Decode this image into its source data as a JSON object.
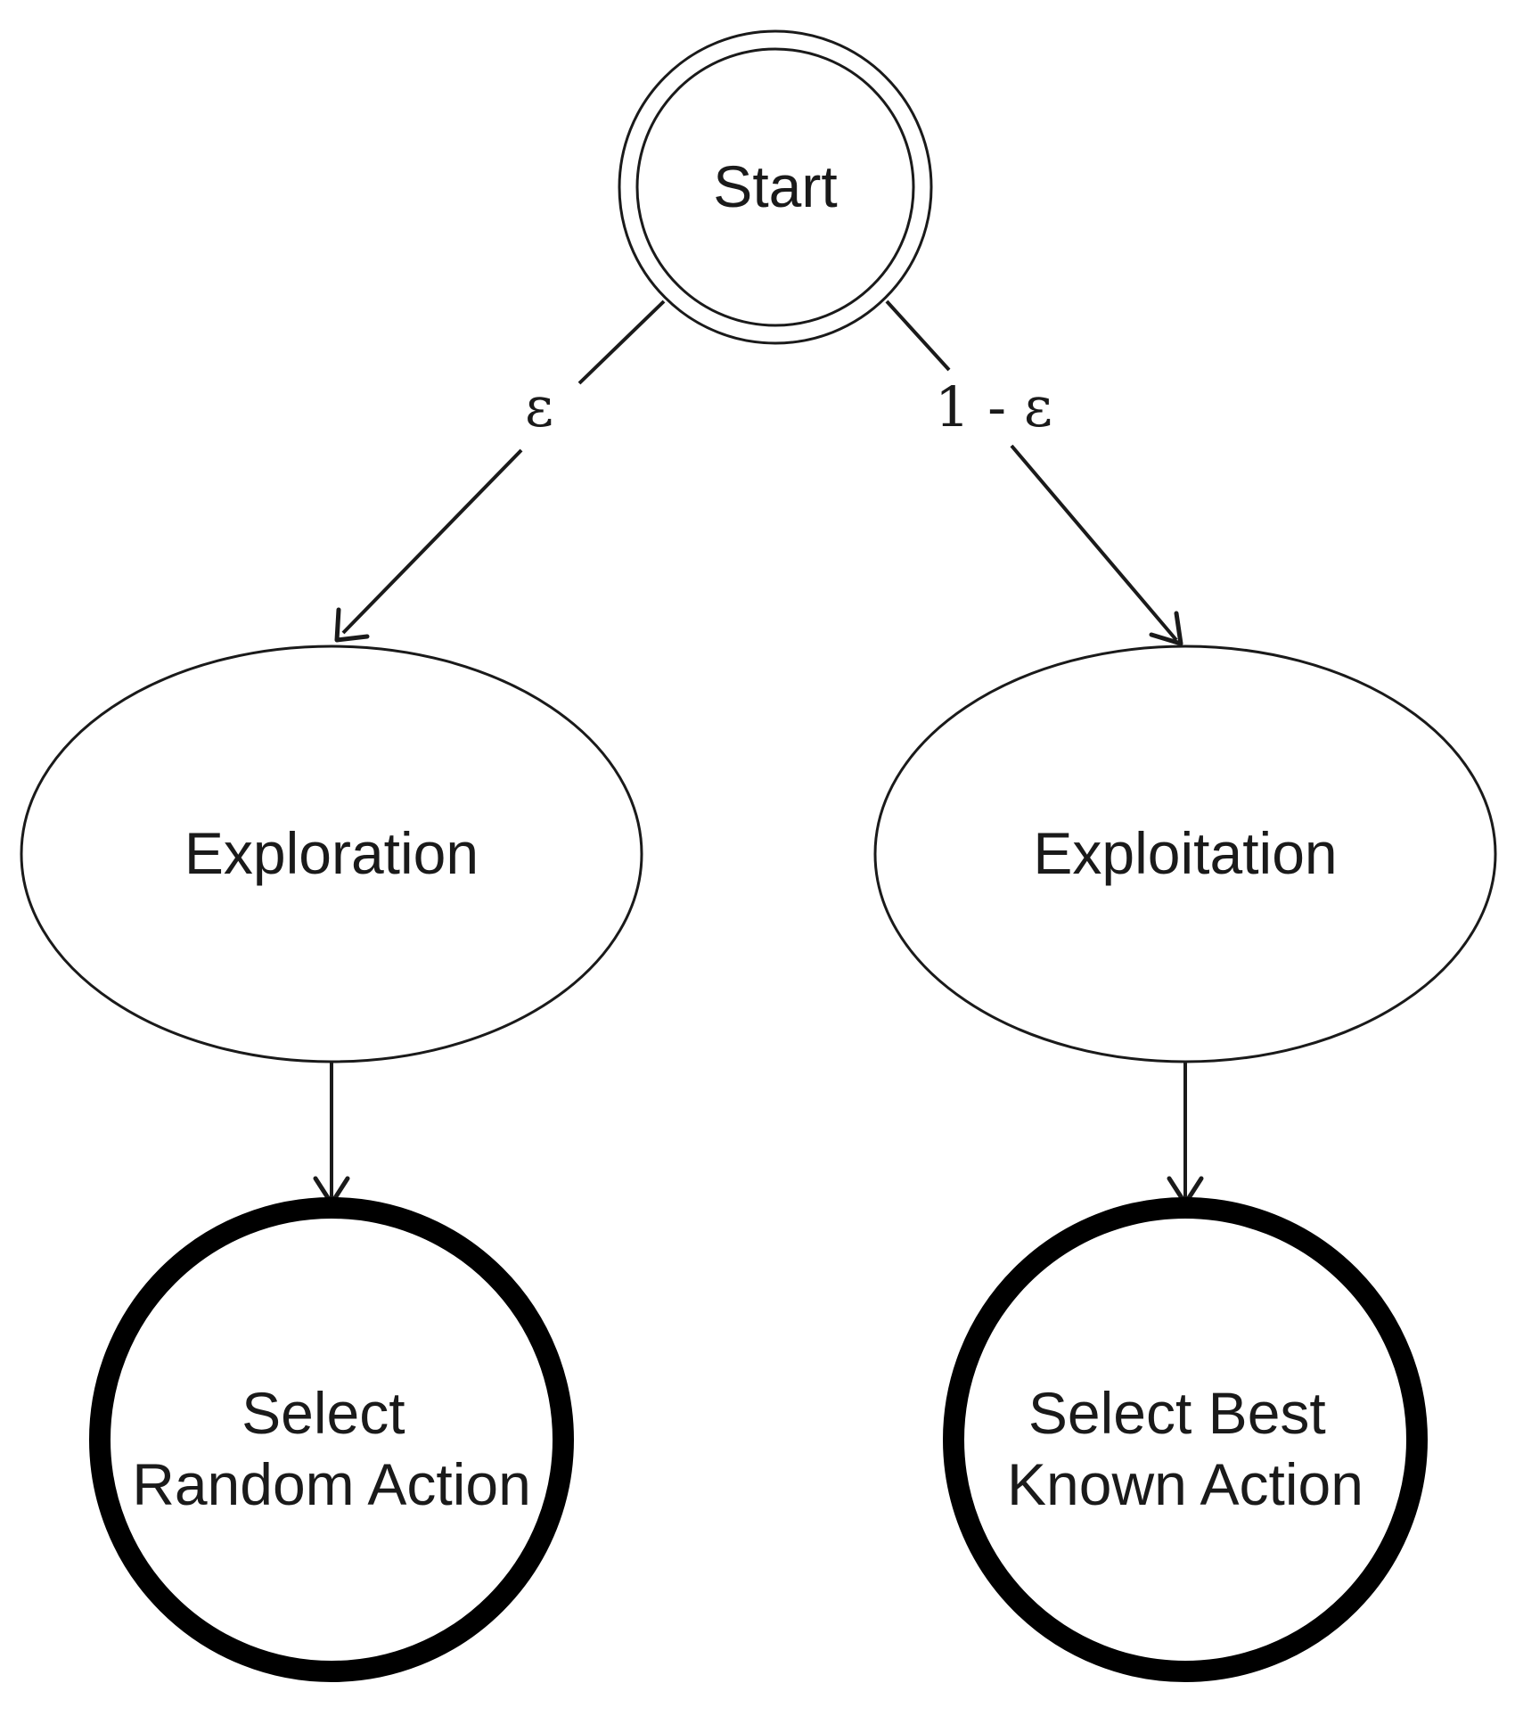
{
  "nodes": {
    "start": {
      "label": "Start"
    },
    "exploration": {
      "label": "Exploration"
    },
    "exploitation": {
      "label": "Exploitation"
    },
    "random_action": {
      "lines": [
        "Select",
        "Random Action"
      ]
    },
    "best_action": {
      "lines": [
        "Select Best",
        "Known Action"
      ]
    }
  },
  "edges": {
    "start_to_exploration": {
      "label": "ε"
    },
    "start_to_exploitation": {
      "label": "1 - ε"
    }
  },
  "colors": {
    "stroke": "#1a1a1a",
    "background": "#ffffff"
  }
}
